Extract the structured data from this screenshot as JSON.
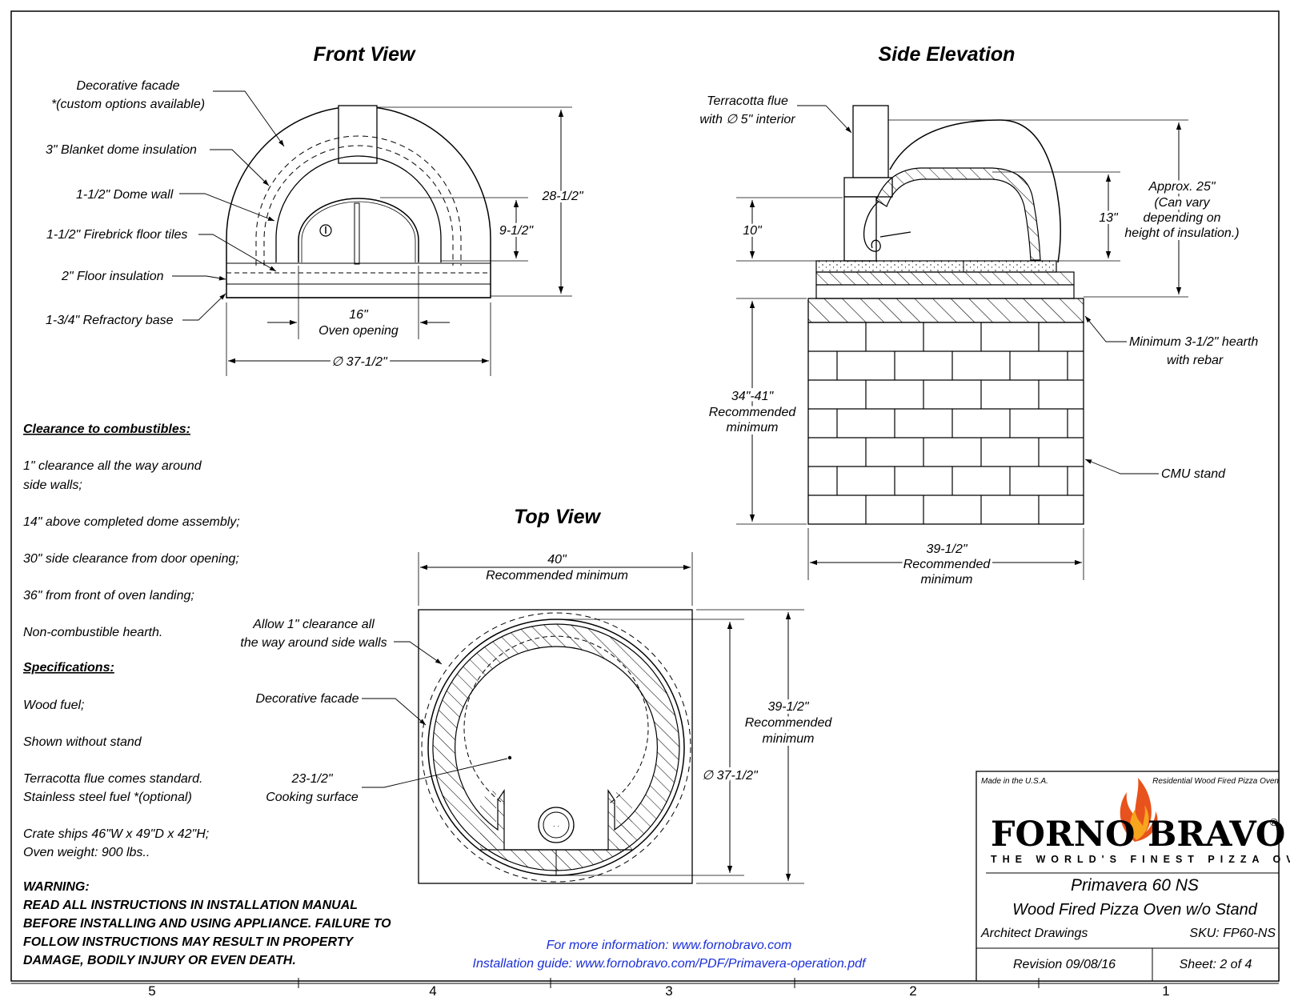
{
  "views": {
    "front": {
      "title": "Front View",
      "callouts": {
        "facade_1": "Decorative facade",
        "facade_2": "*(custom options available)",
        "blanket": "3\" Blanket dome insulation",
        "dome_wall": "1-1/2\" Dome wall",
        "firebrick": "1-1/2\" Firebrick floor tiles",
        "floor_insulation": "2\" Floor insulation",
        "refractory": "1-3/4\" Refractory base"
      },
      "dims": {
        "height": "28-1/2\"",
        "opening_height": "9-1/2\"",
        "opening_width_1": "16\"",
        "opening_width_2": "Oven opening",
        "diameter": "∅ 37-1/2\""
      }
    },
    "side": {
      "title": "Side Elevation",
      "callouts": {
        "flue_1": "Terracotta flue",
        "flue_2": "with ∅ 5\" interior",
        "hearth_1": "Minimum 3-1/2\" hearth",
        "hearth_2": "with rebar",
        "cmu": "CMU stand",
        "approx_1": "Approx. 25\"",
        "approx_2": "(Can vary",
        "approx_3": "depending on",
        "approx_4": "height of insulation.)"
      },
      "dims": {
        "door_height": "10\"",
        "dome_height": "13\"",
        "stand_height_1": "34\"-41\"",
        "stand_height_2": "Recommended",
        "stand_height_3": "minimum",
        "stand_width_1": "39-1/2\"",
        "stand_width_2": "Recommended",
        "stand_width_3": "minimum"
      }
    },
    "top": {
      "title": "Top View",
      "callouts": {
        "clearance_1": "Allow 1\" clearance all",
        "clearance_2": "the way around side walls",
        "facade": "Decorative facade",
        "cooking_1": "23-1/2\"",
        "cooking_2": "Cooking surface"
      },
      "dims": {
        "width_1": "40\"",
        "width_2": "Recommended minimum",
        "depth_1": "39-1/2\"",
        "depth_2": "Recommended",
        "depth_3": "minimum",
        "diameter": "∅ 37-1/2\""
      }
    }
  },
  "notes": {
    "clearance_heading": "Clearance to combustibles:",
    "clearance": [
      "1\" clearance all the way around",
      "side walls;",
      "14\" above completed dome assembly;",
      "30\" side clearance from door opening;",
      "36\" from front of oven landing;",
      "Non-combustible hearth."
    ],
    "specs_heading": "Specifications:",
    "specs": [
      "Wood fuel;",
      "Shown without stand",
      "Terracotta flue comes standard.",
      "Stainless steel fuel *(optional)",
      "Crate ships 46\"W x 49\"D x 42\"H;",
      "Oven weight: 900 lbs.."
    ],
    "warning": [
      "WARNING:",
      "READ ALL INSTRUCTIONS IN INSTALLATION MANUAL",
      "BEFORE INSTALLING AND USING APPLIANCE. FAILURE TO",
      "FOLLOW INSTRUCTIONS MAY RESULT IN PROPERTY",
      "DAMAGE, BODILY INJURY OR EVEN DEATH."
    ]
  },
  "links": {
    "info": "For more information: www.fornobravo.com",
    "guide": "Installation guide: www.fornobravo.com/PDF/Primavera-operation.pdf"
  },
  "title_block": {
    "made_in": "Made in the U.S.A.",
    "category": "Residential Wood Fired Pizza Oven",
    "brand_left": "FORNO",
    "brand_right": "BRAVO",
    "registered": "®",
    "tagline": "THE WORLD'S FINEST PIZZA OVENS",
    "model": "Primavera 60 NS",
    "description": "Wood Fired Pizza Oven w/o Stand",
    "drawing_type": "Architect Drawings",
    "sku": "SKU: FP60-NS",
    "revision": "Revision  09/08/16",
    "sheet": "Sheet: 2 of 4"
  },
  "zone_numbers": [
    "5",
    "4",
    "3",
    "2",
    "1"
  ],
  "colors": {
    "ink": "#000000",
    "link": "#1a2fd6",
    "flame_outer": "#e8521c",
    "flame_inner": "#f7a51d"
  }
}
